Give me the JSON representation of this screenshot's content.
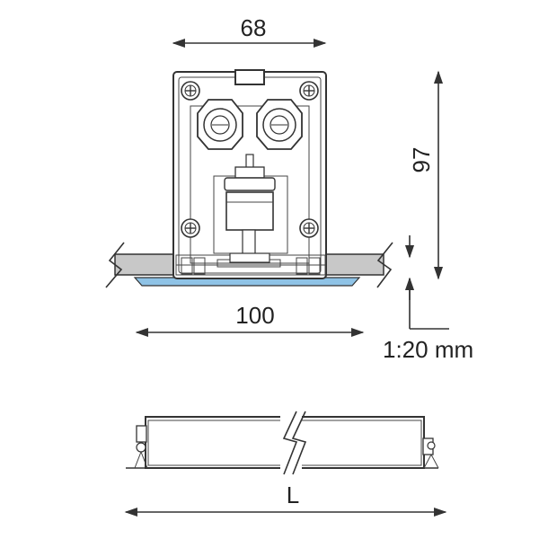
{
  "dimensions": {
    "top_width": "68",
    "height": "97",
    "bottom_width": "100",
    "scale": "1:20 mm",
    "length": "L"
  },
  "colors": {
    "line": "#333333",
    "gray_fill": "#c8c8c8",
    "accent_blue": "#8fc3e6"
  }
}
